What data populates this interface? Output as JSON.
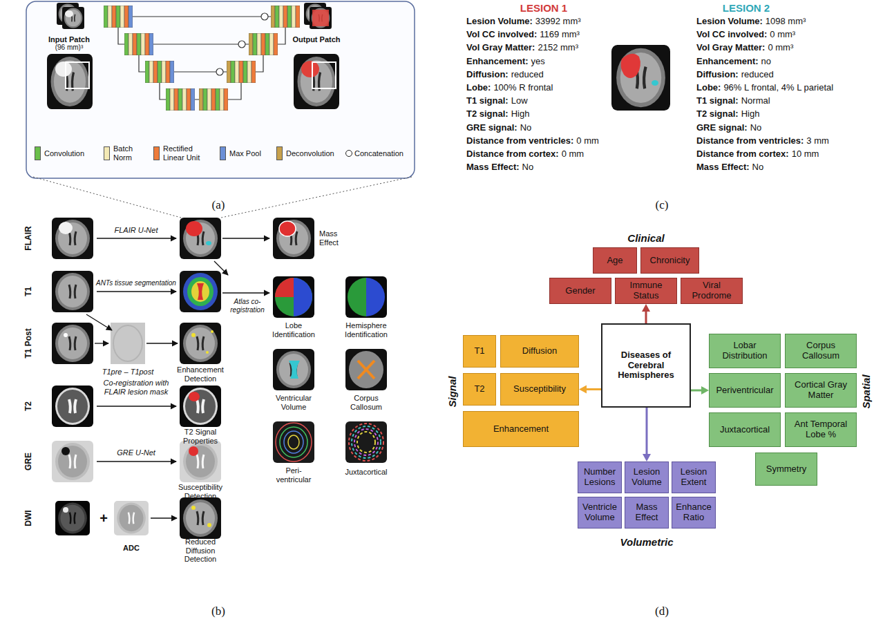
{
  "diagram": {
    "nodes": [
      {
        "text": [
          "Age"
        ]
      },
      {
        "text": [
          "Chronicity"
        ]
      },
      {
        "text": [
          "Gender"
        ]
      },
      {
        "text": [
          "Immune Status"
        ]
      },
      {
        "text": [
          "Viral Prodrome"
        ]
      },
      {
        "text": [
          "T1"
        ]
      },
      {
        "text": [
          "Diffusion"
        ]
      },
      {
        "text": [
          "Diseases of Cerebral Hemispheres"
        ]
      },
      {
        "text": [
          "Lobar Distribution"
        ]
      },
      {
        "text": [
          "Corpus Callosum"
        ]
      },
      {
        "text": [
          "T2"
        ]
      },
      {
        "text": [
          "Susceptibility"
        ]
      },
      {
        "text": [
          "Periventricular"
        ]
      },
      {
        "text": [
          "Cortical Gray Matter"
        ]
      },
      {
        "text": [
          "Enhancement"
        ]
      },
      {
        "text": [
          "Juxtacortical"
        ]
      },
      {
        "text": [
          "Ant Temporal Lobe %"
        ]
      },
      {
        "text": [
          "Symmetry"
        ]
      },
      {
        "text": [
          "Number Lesions"
        ]
      },
      {
        "text": [
          "Lesion Volume"
        ]
      },
      {
        "text": [
          "Lesion Extent"
        ]
      },
      {
        "text": [
          "Ventricle Volume"
        ]
      },
      {
        "text": [
          "Mass Effect"
        ]
      },
      {
        "text": [
          "Enhance Ratio"
        ]
      }
    ],
    "edges": [
      {
        "from": 7,
        "to": 3,
        "arrow": "to"
      },
      {
        "from": 7,
        "to": 11,
        "arrow": "to"
      },
      {
        "from": 7,
        "to": 12,
        "arrow": "to"
      },
      {
        "from": 7,
        "to": 19,
        "arrow": "to"
      }
    ],
    "labels": [
      "Input Patch",
      "(96 mm)³",
      "Output Patch",
      "(a)",
      "FLAIR",
      "FLAIR U-Net",
      "Mass Effect",
      "T1",
      "ANTs tissue segmentation",
      "Atlas co-registration",
      "Lobe Identification",
      "Hemisphere Identification",
      "T1 Post",
      "T1pre – T1post",
      "Enhancement Detection",
      "Ventricular Volume",
      "Corpus Callosum",
      "T2",
      "Co-registration with FLAIR lesion mask",
      "T2 Signal Properties",
      "Peri-ventricular",
      "Juxtacortical",
      "GRE",
      "GRE U-Net",
      "Susceptibility Detection",
      "DWI",
      "+",
      "ADC",
      "Reduced Diffusion Detection",
      "(b)",
      "LESION 1",
      "Lesion Volume:",
      "33992 mm³",
      "Vol CC involved:",
      "1169 mm³",
      "Vol Gray Matter:",
      "2152 mm³",
      "Enhancement:",
      "yes",
      "Diffusion:",
      "reduced",
      "Lobe:",
      "100% R frontal",
      "T1 signal:",
      "Low",
      "T2 signal:",
      "High",
      "GRE signal:",
      "No",
      "Distance from ventricles:",
      "0 mm",
      "Distance from cortex:",
      "0 mm",
      "Mass Effect:",
      "No",
      "LESION 2",
      "Lesion Volume:",
      "1098 mm³",
      "Vol CC involved:",
      "0 mm³",
      "Vol Gray Matter:",
      "0 mm³",
      "Enhancement:",
      "no",
      "Diffusion:",
      "reduced",
      "Lobe:",
      "96% L frontal, 4% L parietal",
      "T1 signal:",
      "Normal",
      "T2 signal:",
      "High",
      "GRE signal:",
      "No",
      "Distance from ventricles:",
      "3 mm",
      "Distance from cortex:",
      "10 mm",
      "Mass Effect:",
      "No",
      "(c)",
      "Clinical",
      "Signal",
      "Spatial",
      "Volumetric",
      "(d)"
    ],
    "legend": [
      {
        "text": "Convolution",
        "color": "#6abf4b"
      },
      {
        "text": "Batch Norm",
        "color": "#f3e9b5"
      },
      {
        "text": "Rectified Linear Unit",
        "color": "#ee7b3a"
      },
      {
        "text": "Max Pool",
        "color": "#6b8fd6"
      },
      {
        "text": "Deconvolution",
        "color": "#c8a14c"
      },
      {
        "text": "Concatenation"
      }
    ]
  }
}
